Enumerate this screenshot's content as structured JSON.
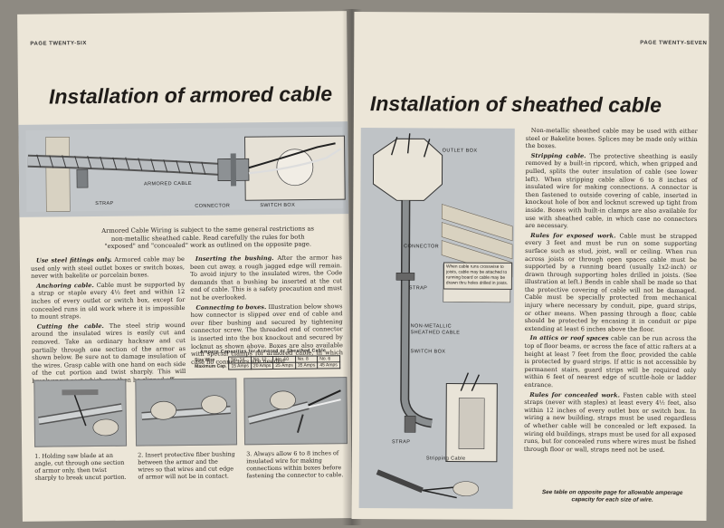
{
  "left_page": {
    "page_number": "PAGE TWENTY-SIX",
    "title": "Installation of armored cable",
    "figure_labels": {
      "armored_cable": "ARMORED CABLE",
      "strap": "STRAP",
      "connector": "CONNECTOR",
      "switch_box": "SWITCH BOX"
    },
    "intro": "Armored Cable Wiring is subject to the same general restrictions as non-metallic sheathed cable. Read carefully the rules for both \"exposed\" and \"concealed\" work as outlined on the opposite page.",
    "col1": [
      {
        "head": "Use steel fittings only.",
        "body": " Armored cable may be used only with steel outlet boxes or switch boxes, never with bakelite or porcelain boxes."
      },
      {
        "head": "Anchoring cable.",
        "body": " Cable must be supported by a strap or staple every 4½ feet and within 12 inches of every outlet or switch box, except for concealed runs in old work where it is impossible to mount straps."
      },
      {
        "head": "Cutting the cable.",
        "body": " The steel strip wound around the insulated wires is easily cut and removed. Take an ordinary hacksaw and cut partially through one section of the armor as shown below. Be sure not to damage insulation of the wires. Grasp cable with one hand on each side of the cut portion and twist sharply. This will break uncut part which can then be slipped off."
      }
    ],
    "col2": [
      {
        "head": "Inserting the bushing.",
        "body": " After the armor has been cut away, a rough jagged edge will remain. To avoid injury to the insulated wires, the Code demands that a bushing be inserted at the cut end of cable. This is a safety precaution and must not be overlooked."
      },
      {
        "head": "Connecting to boxes.",
        "body": " Illustration below shows how connector is slipped over end of cable and over fiber bushing and secured by tightening connector screw. The threaded end of connector is inserted into the box knockout and secured by locknut as shown above. Boxes are also available with special clamps for armored cable, in which case no connectors are needed."
      }
    ],
    "ampere_table": {
      "title": "Ampere Capacities for Armored or Sheathed Cable",
      "row1_label": "Size Wire",
      "row1": [
        "No. 14",
        "No. 12",
        "No. 10",
        "No. 8",
        "No. 6"
      ],
      "row2_label": "Maximum Cap.",
      "row2": [
        "15 Amps",
        "20 Amps",
        "25 Amps",
        "35 Amps",
        "45 Amps"
      ]
    },
    "captions": [
      "1. Holding saw blade at an angle, cut through one section of armor only, then twist sharply to break uncut portion.",
      "2. Insert protective fiber bushing between the armor and the wires so that wires and cut edge of armor will not be in contact.",
      "3. Always allow 6 to 8 inches of insulated wire for making connections within boxes before fastening the connector to cable."
    ]
  },
  "right_page": {
    "page_number": "PAGE TWENTY-SEVEN",
    "title": "Installation of sheathed cable",
    "figure_labels": {
      "outlet_box": "OUTLET BOX",
      "connector": "CONNECTOR",
      "strap_top": "STRAP",
      "sheathed_cable": "NON-METALLIC SHEATHED CABLE",
      "switch_box": "SWITCH BOX",
      "strap_bottom": "STRAP",
      "stripping_cable": "Stripping Cable"
    },
    "joist_note": "When cable runs crosswise to joists, cable may be attached to running board or cable may be drawn thru holes drilled in joists.",
    "paragraphs": [
      {
        "head": "",
        "body": "Non-metallic sheathed cable may be used with either steel or Bakelite boxes. Splices may be made only within the boxes."
      },
      {
        "head": "Stripping cable.",
        "body": " The protective sheathing is easily removed by a built-in ripcord, which, when gripped and pulled, splits the outer insulation of cable (see lower left). When stripping cable allow 6 to 8 inches of insulated wire for making connections. A connector is then fastened to outside covering of cable, inserted in knockout hole of box and locknut screwed up tight from inside. Boxes with built-in clamps are also available for use with sheathed cable, in which case no connectors are necessary."
      },
      {
        "head": "Rules for exposed work.",
        "body": " Cable must be strapped every 3 feet and must be run on some supporting surface such as stud, joist, wall or ceiling. When run across joists or through open spaces cable must be supported by a running board (usually 1x2-inch) or drawn through supporting holes drilled in joists. (See illustration at left.) Bends in cable shall be made so that the protective covering of cable will not be damaged. Cable must be specially protected from mechanical injury where necessary by conduit, pipe, guard strips, or other means. When passing through a floor, cable should be protected by encasing it in conduit or pipe extending at least 6 inches above the floor."
      },
      {
        "head": "In attics or roof spaces",
        "body": " cable can be run across the top of floor beams, or across the face of attic rafters at a height at least 7 feet from the floor, provided the cable is protected by guard strips. If attic is not accessible by permanent stairs, guard strips will be required only within 6 feet of nearest edge of scuttle-hole or ladder entrance."
      },
      {
        "head": "Rules for concealed work.",
        "body": " Fasten cable with steel straps (never with staples) at least every 4½ feet, also within 12 inches of every outlet box or switch box. In wiring a new building, straps must be used regardless of whether cable will be concealed or left exposed. In wiring old buildings, straps must be used for all exposed runs, but for concealed runs where wires must be fished through floor or wall, straps need not be used."
      }
    ],
    "closing": "See table on opposite page for allowable amperage capacity for each size of wire."
  }
}
